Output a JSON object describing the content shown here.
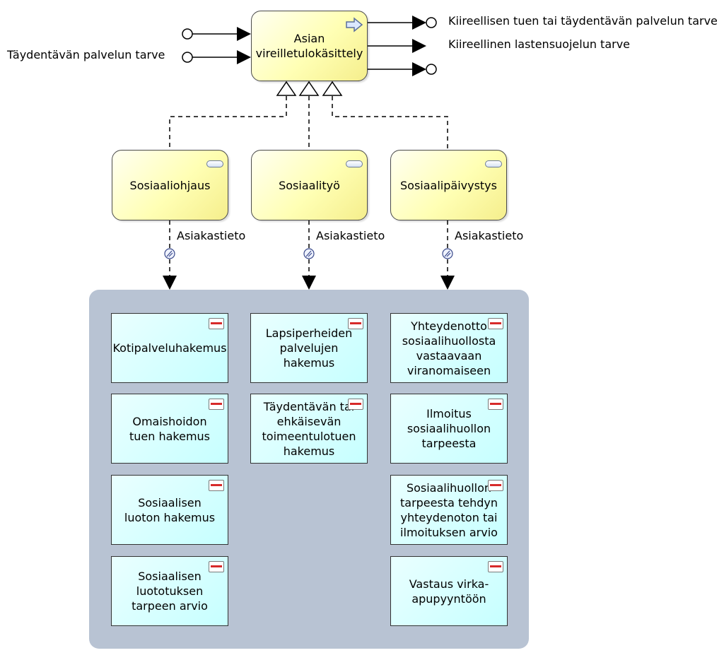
{
  "diagram": {
    "main_process": {
      "label": "Asian vireilletulokäsittely",
      "icon": "process-arrow-icon"
    },
    "inputs": [
      {
        "label": ""
      },
      {
        "label": "Täydentävän palvelun tarve"
      }
    ],
    "outputs": [
      {
        "label": "Kiireellisen tuen tai täydentävän palvelun tarve"
      },
      {
        "label": "Kiireellinen lastensuojelun tarve"
      },
      {
        "label": ""
      }
    ],
    "services": [
      {
        "label": "Sosiaaliohjaus",
        "icon": "service-icon",
        "flow_label": "Asiakastieto"
      },
      {
        "label": "Sosiaalityö",
        "icon": "service-icon",
        "flow_label": "Asiakastieto"
      },
      {
        "label": "Sosiaalipäivystys",
        "icon": "service-icon",
        "flow_label": "Asiakastieto"
      }
    ],
    "data_objects": {
      "column1": [
        {
          "label": "Kotipalveluhakemus"
        },
        {
          "label": "Omaishoidon tuen hakemus"
        },
        {
          "label": "Sosiaalisen luoton hakemus"
        },
        {
          "label": "Sosiaalisen luototuksen tarpeen arvio"
        }
      ],
      "column2": [
        {
          "label": "Lapsiperheiden palvelujen hakemus"
        },
        {
          "label": "Täydentävän tai ehkäisevän toimeentulotuen hakemus"
        }
      ],
      "column3": [
        {
          "label": "Yhteydenotto sosiaalihuollosta vastaavaan viranomaiseen"
        },
        {
          "label": "Ilmoitus sosiaalihuollon tarpeesta"
        },
        {
          "label": "Sosiaalihuollon tarpeesta tehdyn yhteydenoton tai ilmoituksen arvio"
        },
        {
          "label": "Vastaus virka-apupyyntöön"
        }
      ]
    },
    "colors": {
      "process_fill": "#ffffb4",
      "data_fill": "#c6ffff",
      "group_fill": "#b8c3d3",
      "line": "#000000"
    }
  }
}
